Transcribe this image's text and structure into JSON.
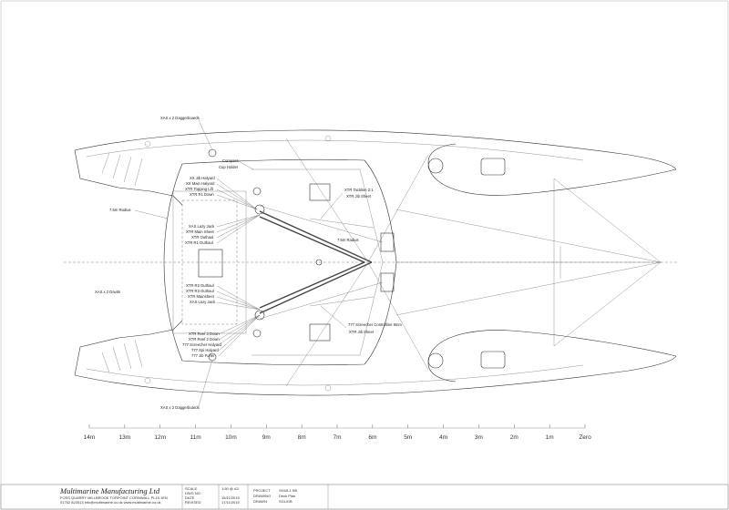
{
  "callouts": {
    "daggerboards_top": "XAS x 2 Daggerboards",
    "daggerboards_bottom": "XAS x 2 Daggerboards",
    "davits": "XAS x 2 Davits",
    "radius_left": "7.5m Radius",
    "radius_right": "7.5m Radius",
    "compass": "Compass",
    "cup_holder": "Cup Holder",
    "left_upper": [
      "XX Jib Halyard",
      "XX Main Halyard",
      "XTR Topping Lift",
      "XTR R1 Down"
    ],
    "left_mid": [
      "XAS Lazy Jack",
      "XTR Main Sheet",
      "XTR Outhaul",
      "XTR R1 Outhaul"
    ],
    "left_lower": [
      "XTR R2 Outhaul",
      "XTR R3 Outhaul",
      "XTR Mainsheet",
      "XAS Lazy Jack"
    ],
    "left_bottom": [
      "XTR Reef 3 Down",
      "XTR Reef 2 Down",
      "777 Screecher Halyard",
      "777 Spi Halyard",
      "777 Jib Furler"
    ],
    "right_upper": [
      "XTR Tackline 2:1",
      "XTR Jib Sheet"
    ],
    "right_lower": [
      "777 Screecher Controlline 8mm",
      "XTR Jib Sheet"
    ]
  },
  "scale": [
    "14m",
    "13m",
    "12m",
    "11m",
    "10m",
    "9m",
    "8m",
    "7m",
    "6m",
    "5m",
    "4m",
    "3m",
    "2m",
    "1m",
    "Zero"
  ],
  "title_block": {
    "company": "Multimarine Manufacturing Ltd",
    "address": "FOSS QUARRY   MILLBROOK   TORPOINT   CORNWALL   PL10 1EN",
    "contact": "01752 823513    info@multimarine.co.uk    www.multimarine.co.uk",
    "labels": [
      "SCALE",
      "DWG NO",
      "DATE",
      "REVISED"
    ],
    "values": [
      "1:50 @ A3",
      "",
      "15/11/2015",
      "17/11/2015"
    ],
    "labels2": [
      "PROJECT",
      "DRAWING",
      "DRAWN"
    ],
    "values2": [
      "SH45-1 SB",
      "Deck Plan",
      "SGL/DB"
    ]
  },
  "colors": {
    "line": "#333333",
    "paper": "#ffffff"
  }
}
